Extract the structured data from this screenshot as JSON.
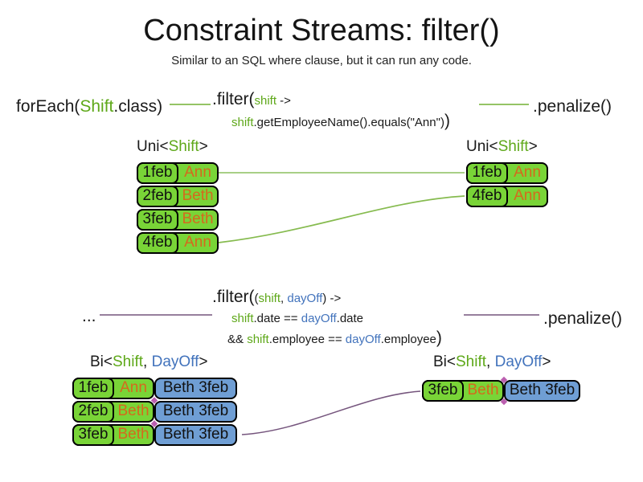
{
  "title": "Constraint Streams: filter()",
  "subtitle": "Similar to an SQL where clause, but it can run any code.",
  "colors": {
    "green_cell": "#79d437",
    "blue_cell": "#6f9ed4",
    "green_text": "#5ea819",
    "blue_text": "#4273bc",
    "orange_text": "#d5691d",
    "green_line": "#86bb4f",
    "purple_line": "#75557d"
  },
  "top": {
    "source": {
      "pre": "forEach(",
      "type": "Shift",
      "post": ".class)"
    },
    "filter": {
      "call": ".filter(",
      "param": "shift",
      "arrow": " ->",
      "body_param": "shift",
      "body": ".getEmployeeName().equals(\"Ann\")",
      "close": ")"
    },
    "penalize": ".penalize()",
    "left_label": {
      "pre": "Uni<",
      "type": "Shift",
      "post": ">"
    },
    "right_label": {
      "pre": "Uni<",
      "type": "Shift",
      "post": ">"
    },
    "left_rows": [
      {
        "date": "1feb",
        "name": "Ann"
      },
      {
        "date": "2feb",
        "name": "Beth"
      },
      {
        "date": "3feb",
        "name": "Beth"
      },
      {
        "date": "4feb",
        "name": "Ann"
      }
    ],
    "right_rows": [
      {
        "date": "1feb",
        "name": "Ann"
      },
      {
        "date": "4feb",
        "name": "Ann"
      }
    ]
  },
  "bottom": {
    "source": "...",
    "filter": {
      "call": ".filter(",
      "open": "(",
      "param1": "shift",
      "comma": ", ",
      "param2": "dayOff",
      "arrow": ") ->",
      "l2_a": "shift",
      "l2_b": ".date == ",
      "l2_c": "dayOff",
      "l2_d": ".date",
      "l3_a": "&& ",
      "l3_b": "shift",
      "l3_c": ".employee == ",
      "l3_d": "dayOff",
      "l3_e": ".employee",
      "close": ")"
    },
    "penalize": ".penalize()",
    "left_label": {
      "pre": "Bi<",
      "type1": "Shift",
      "sep": ", ",
      "type2": "DayOff",
      "post": ">"
    },
    "right_label": {
      "pre": "Bi<",
      "type1": "Shift",
      "sep": ", ",
      "type2": "DayOff",
      "post": ">"
    },
    "left_rows": [
      {
        "date": "1feb",
        "name": "Ann",
        "pair": "Beth 3feb"
      },
      {
        "date": "2feb",
        "name": "Beth",
        "pair": "Beth 3feb"
      },
      {
        "date": "3feb",
        "name": "Beth",
        "pair": "Beth 3feb"
      }
    ],
    "right_rows": [
      {
        "date": "3feb",
        "name": "Beth",
        "pair": "Beth 3feb"
      }
    ]
  }
}
